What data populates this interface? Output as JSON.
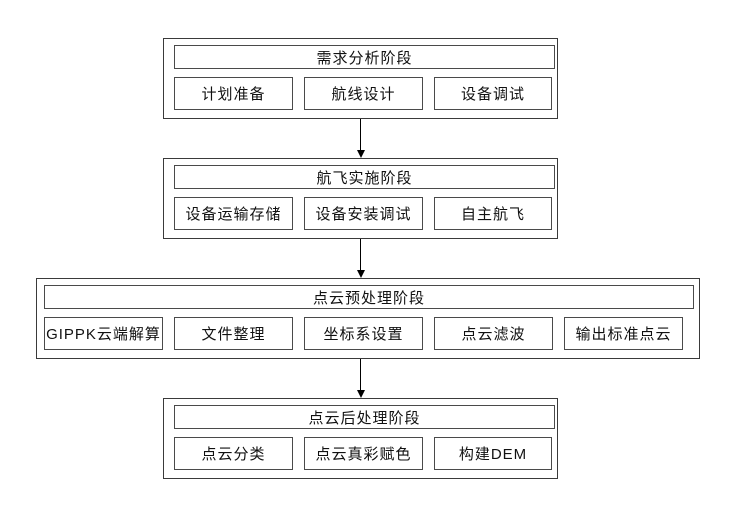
{
  "diagram": {
    "background": "#ffffff",
    "border_color": "#3a3a3a",
    "text_color": "#111111",
    "arrow_color": "#000000",
    "stages": [
      {
        "title": "需求分析阶段",
        "steps": [
          "计划准备",
          "航线设计",
          "设备调试"
        ]
      },
      {
        "title": "航飞实施阶段",
        "steps": [
          "设备运输存储",
          "设备安装调试",
          "自主航飞"
        ]
      },
      {
        "title": "点云预处理阶段",
        "steps": [
          "GIPPK云端解算",
          "文件整理",
          "坐标系设置",
          "点云滤波",
          "输出标准点云"
        ]
      },
      {
        "title": "点云后处理阶段",
        "steps": [
          "点云分类",
          "点云真彩赋色",
          "构建DEM"
        ]
      }
    ]
  }
}
